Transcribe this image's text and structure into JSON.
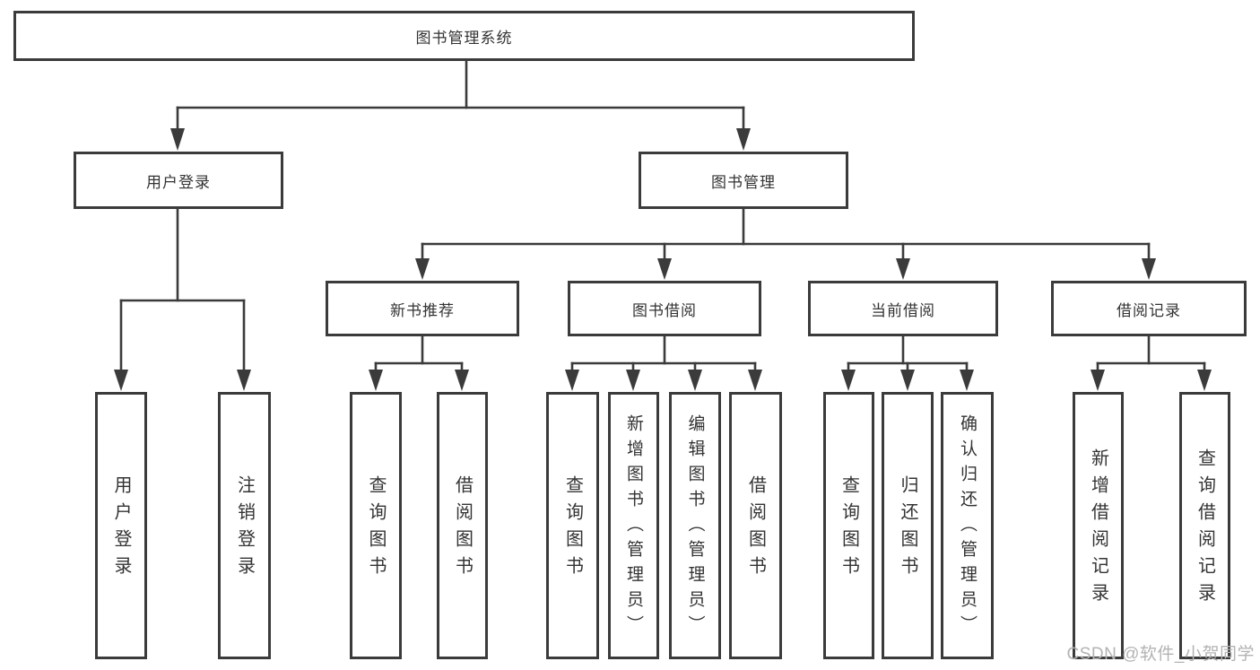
{
  "tree": {
    "root": {
      "label": "图书管理系统"
    },
    "branches": [
      {
        "label": "用户登录",
        "children": [
          {
            "label": "用户登录"
          },
          {
            "label": "注销登录"
          }
        ]
      },
      {
        "label": "图书管理",
        "groups": [
          {
            "label": "新书推荐",
            "children": [
              {
                "label": "查询图书"
              },
              {
                "label": "借阅图书"
              }
            ]
          },
          {
            "label": "图书借阅",
            "children": [
              {
                "label": "查询图书"
              },
              {
                "label": "新增图书（管理员）"
              },
              {
                "label": "编辑图书（管理员）"
              },
              {
                "label": "借阅图书"
              }
            ]
          },
          {
            "label": "当前借阅",
            "children": [
              {
                "label": "查询图书"
              },
              {
                "label": "归还图书"
              },
              {
                "label": "确认归还（管理员）"
              }
            ]
          },
          {
            "label": "借阅记录",
            "children": [
              {
                "label": "新增借阅记录"
              },
              {
                "label": "查询借阅记录"
              }
            ]
          }
        ]
      }
    ]
  },
  "watermark": "CSDN @软件_小贺同学",
  "colors": {
    "line": "#3b3b3b",
    "text": "#333333",
    "watermark": "#b3b3b3",
    "background": "#ffffff"
  }
}
